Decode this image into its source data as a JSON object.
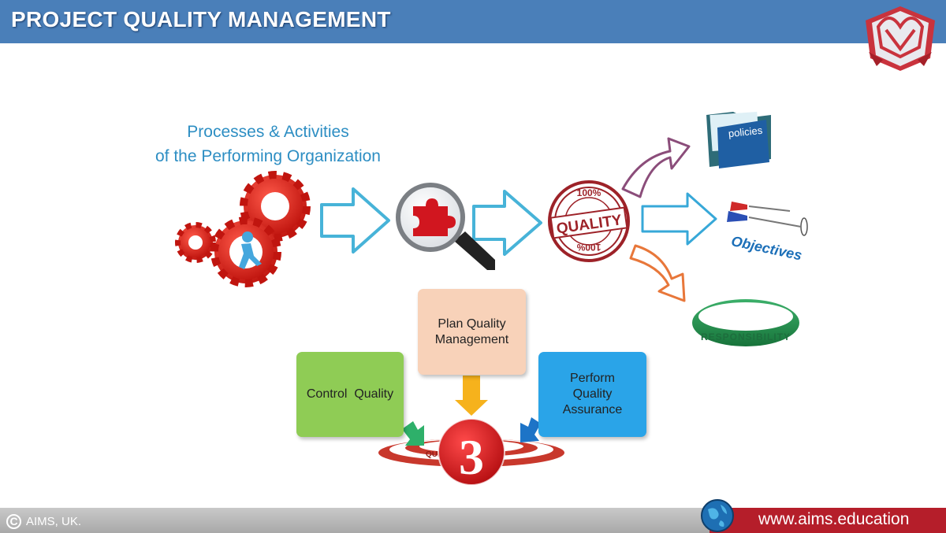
{
  "header": {
    "title": "PROJECT QUALITY MANAGEMENT"
  },
  "intro": {
    "line1": "Processes & Activities",
    "line2": "of the Performing Organization"
  },
  "stamp": {
    "top_text": "100%",
    "center_text": "QUALITY",
    "bottom_text": "100%"
  },
  "outcomes": {
    "folder_label": "policies",
    "objectives_label": "Objectives",
    "wristband_text": "RESPONSIBILITY"
  },
  "processes": {
    "plan": "Plan Quality Management",
    "control": "Control  Quality",
    "assurance": "Perform Quality Assurance",
    "count": "3",
    "target_text": "QUALITY"
  },
  "footer": {
    "copyright_symbol": "C",
    "copyright": "AIMS, UK.",
    "url": "www.aims.education"
  },
  "colors": {
    "header_blue": "#4a7fb9",
    "title_text_blue": "#2d8ec3",
    "gear_red": "#e0241b",
    "footer_red": "#b51e2a",
    "plan_box": "#f8d2b9",
    "control_box": "#8fcc55",
    "assurance_box": "#2aa4e8"
  }
}
